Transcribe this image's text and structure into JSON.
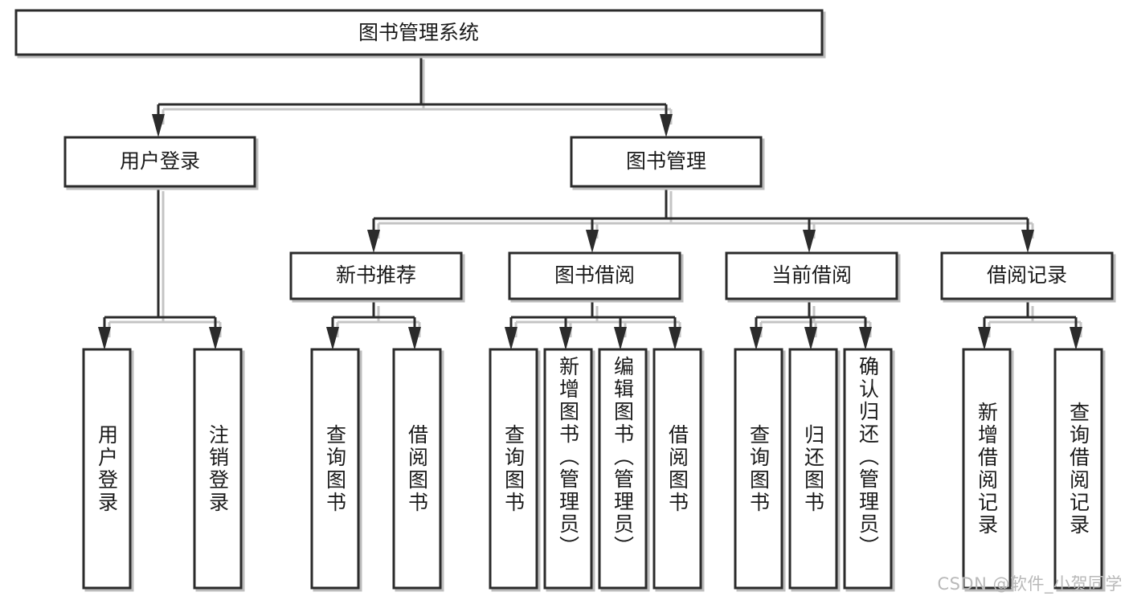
{
  "diagram": {
    "title": "图书管理系统",
    "type": "hierarchy-tree",
    "watermark": "CSDN @软件_小贺同学",
    "root": {
      "id": "root",
      "label": "图书管理系统"
    },
    "level1": [
      {
        "id": "user-login",
        "label": "用户登录"
      },
      {
        "id": "book-management",
        "label": "图书管理"
      }
    ],
    "level2": [
      {
        "id": "new-book-recommend",
        "label": "新书推荐",
        "parent": "book-management"
      },
      {
        "id": "book-borrow",
        "label": "图书借阅",
        "parent": "book-management"
      },
      {
        "id": "current-borrow",
        "label": "当前借阅",
        "parent": "book-management"
      },
      {
        "id": "borrow-record",
        "label": "借阅记录",
        "parent": "book-management"
      }
    ],
    "leaves": [
      {
        "id": "leaf-user-login",
        "label": "用户登录",
        "parent": "user-login"
      },
      {
        "id": "leaf-logout-login",
        "label": "注销登录",
        "parent": "user-login"
      },
      {
        "id": "leaf-query-book-1",
        "label": "查询图书",
        "parent": "new-book-recommend"
      },
      {
        "id": "leaf-borrow-book-1",
        "label": "借阅图书",
        "parent": "new-book-recommend"
      },
      {
        "id": "leaf-query-book-2",
        "label": "查询图书",
        "parent": "book-borrow"
      },
      {
        "id": "leaf-add-book",
        "label": "新增图书（管理员）",
        "parent": "book-borrow"
      },
      {
        "id": "leaf-edit-book",
        "label": "编辑图书（管理员）",
        "parent": "book-borrow"
      },
      {
        "id": "leaf-borrow-book-2",
        "label": "借阅图书",
        "parent": "book-borrow"
      },
      {
        "id": "leaf-query-book-3",
        "label": "查询图书",
        "parent": "current-borrow"
      },
      {
        "id": "leaf-return-book",
        "label": "归还图书",
        "parent": "current-borrow"
      },
      {
        "id": "leaf-confirm-return",
        "label": "确认归还（管理员）",
        "parent": "current-borrow"
      },
      {
        "id": "leaf-add-record",
        "label": "新增借阅记录",
        "parent": "borrow-record"
      },
      {
        "id": "leaf-query-record",
        "label": "查询借阅记录",
        "parent": "borrow-record"
      }
    ],
    "colors": {
      "stroke": "#2b2b2b",
      "fill": "#ffffff",
      "text": "#1a1a1a",
      "watermark": "#b9b9b9"
    }
  }
}
